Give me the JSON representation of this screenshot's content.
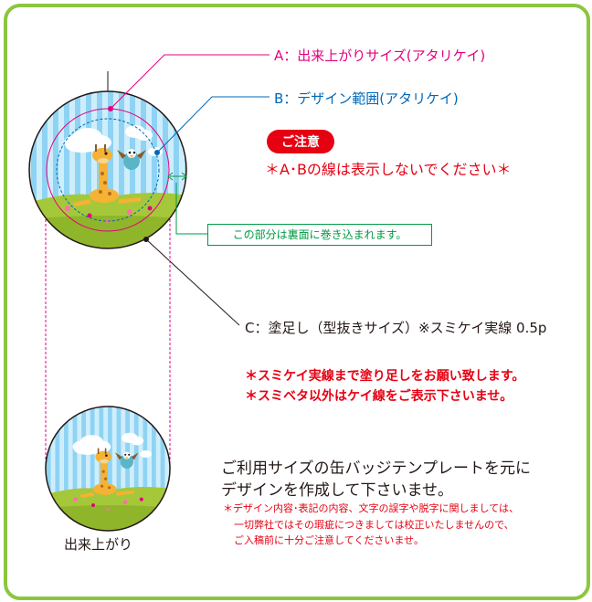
{
  "labels": {
    "a": "A：出来上がりサイズ(アタリケイ)",
    "b": "B：デザイン範囲(アタリケイ)",
    "c": "C：塗足し（型抜きサイズ）※スミケイ実線 0.5p"
  },
  "caution": {
    "badge": "ご注意",
    "text": "＊A･Bの線は表示しないでください＊"
  },
  "wrap_note": "この部分は裏面に巻き込まれます。",
  "requests": [
    "＊スミケイ実線まで塗り足しをお願い致します。",
    "＊スミベタ以外はケイ線をご表示下さいませ。"
  ],
  "main_text": [
    "ご利用サイズの缶バッジテンプレートを元に",
    "デザインを作成して下さいませ。"
  ],
  "notes": [
    "＊デザイン内容･表記の内容、文字の誤字や脱字に関しましては、",
    "一切弊社ではその瑕疵につきましては校正いたしませんので、",
    "ご入稿前に十分ご注意してくださいませ。"
  ],
  "finished_label": "出来上がり",
  "colors": {
    "frame": "#8cc63f",
    "line_a": "#e4007f",
    "line_b": "#0068b7",
    "caution": "#e60012",
    "wrap": "#009944",
    "sky_light": "#cfeefb",
    "sky_stripe": "#8fd3f4",
    "grass": "#a5c83a"
  }
}
